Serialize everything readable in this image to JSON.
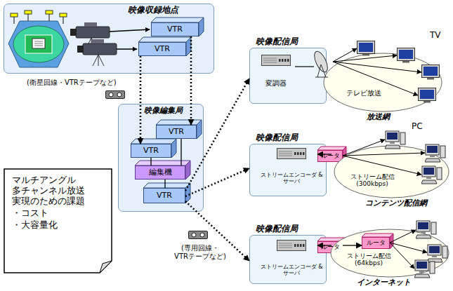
{
  "diagram": {
    "nodes": [
      {
        "text": [
          "映像収録地点"
        ]
      },
      {
        "text": [
          "VTR"
        ],
        "in": 0
      },
      {
        "text": [
          "VTR"
        ],
        "in": 0
      },
      {
        "text": [
          "映像編集局"
        ]
      },
      {
        "text": [
          "VTR"
        ],
        "in": 3
      },
      {
        "text": [
          "VTR"
        ],
        "in": 3
      },
      {
        "text": [
          "編集機"
        ],
        "in": 3
      },
      {
        "text": [
          "VTR"
        ],
        "in": 3
      },
      {
        "text": [
          "映像配信局"
        ]
      },
      {
        "text": [
          "変調器"
        ],
        "in": 8
      },
      {
        "text": [
          "テレビ放送",
          "放送網"
        ]
      },
      {
        "text": [
          "映像配信局"
        ]
      },
      {
        "text": [
          "ストリームエンコーダ & サーバ"
        ],
        "in": 11
      },
      {
        "text": [
          "ルータ"
        ],
        "in": 11
      },
      {
        "text": [
          "ストリーム配信 (300kbps)",
          "コンテンツ配信網"
        ]
      },
      {
        "text": [
          "映像配信局"
        ]
      },
      {
        "text": [
          "ストリームエンコーダ & サーバ"
        ],
        "in": 15
      },
      {
        "text": [
          "ルータ"
        ],
        "in": 15
      },
      {
        "text": [
          "ストリーム配信 (64kbps)",
          "インターネット"
        ]
      },
      {
        "text": [
          "ルータ"
        ],
        "in": 18
      },
      {
        "text": [
          "マルチアングル 多チャンネル放送 実現のための課題",
          "・コスト",
          "・大容量化"
        ]
      }
    ],
    "edges": [
      {
        "from": 1,
        "to": 4,
        "arrow": "to"
      },
      {
        "from": 2,
        "to": 5,
        "arrow": "to"
      },
      {
        "from": 4,
        "to": 6,
        "arrow": "none"
      },
      {
        "from": 5,
        "to": 6,
        "arrow": "none"
      },
      {
        "from": 6,
        "to": 7,
        "arrow": "none"
      },
      {
        "from": 7,
        "to": 8,
        "arrow": "to"
      },
      {
        "from": 7,
        "to": 11,
        "arrow": "to"
      },
      {
        "from": 7,
        "to": 15,
        "arrow": "to"
      },
      {
        "from": 12,
        "to": 13,
        "arrow": "to"
      },
      {
        "from": 16,
        "to": 17,
        "arrow": "to"
      },
      {
        "from": 17,
        "to": 19,
        "arrow": "to"
      }
    ],
    "labels": [
      "(衛星回線・VTRテープなど)",
      "TV",
      "PC",
      "(専用回線・ VTRテープなど)"
    ]
  }
}
